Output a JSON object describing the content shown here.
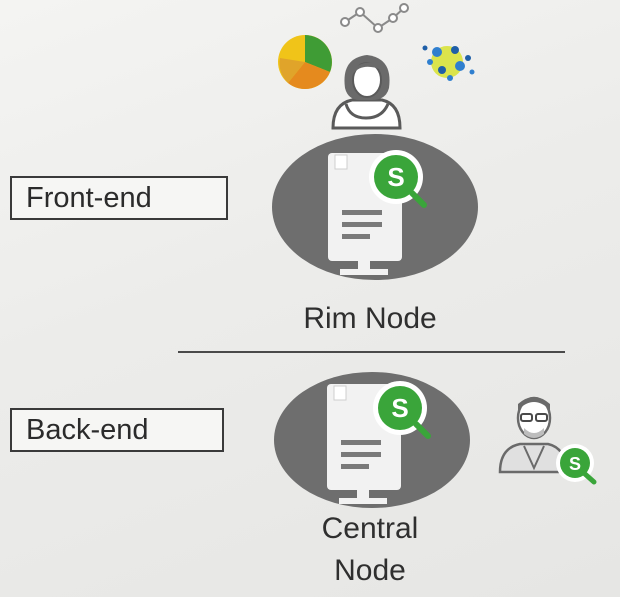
{
  "labels": {
    "frontend": "Front-end",
    "backend": "Back-end"
  },
  "nodes": {
    "rim": "Rim Node",
    "central_line1": "Central",
    "central_line2": "Node"
  },
  "badge_letter": "S",
  "icons": {
    "users": [
      "pie-chart-icon",
      "network-graph-icon",
      "scatter-plot-icon",
      "user-avatar-icon"
    ],
    "servers": [
      "server-icon",
      "qlik-sense-badge-icon"
    ],
    "admin": [
      "admin-avatar-icon",
      "qlik-sense-badge-icon"
    ]
  },
  "colors": {
    "node_circle": "#6e6e6e",
    "server_body": "#f2f2f2",
    "badge_green": "#3aa53a",
    "pie_orange": "#e58a1e",
    "pie_green": "#3f9c35",
    "pie_yellow": "#f0c419"
  }
}
